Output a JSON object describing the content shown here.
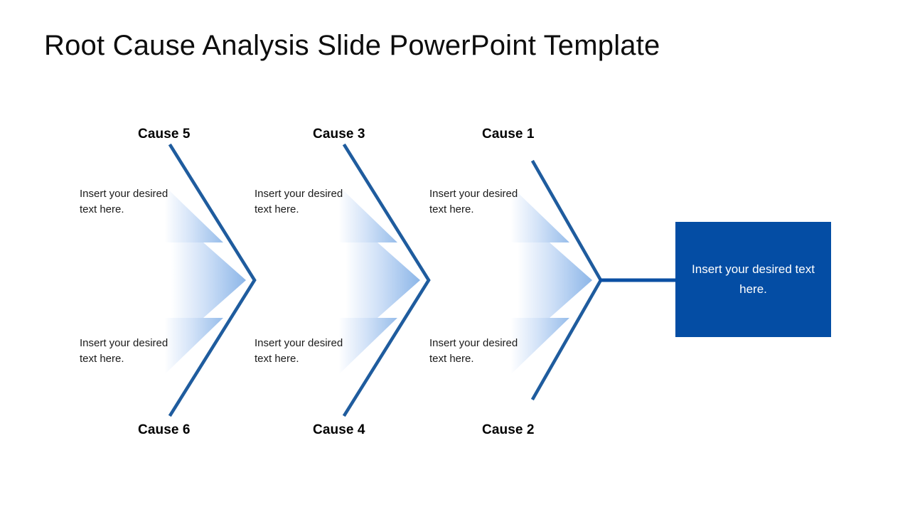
{
  "slide": {
    "title": "Root Cause Analysis Slide PowerPoint Template",
    "background_color": "#FFFFFF"
  },
  "theme": {
    "accent_blue": "#044DA4",
    "stroke_blue": "#1F5C9E",
    "gradient_start": "#FFFFFF",
    "gradient_end": "#8CB6E8",
    "hairline": "#6A7A8C",
    "title_color": "#0D0D0D",
    "body_color": "#1A1A1A",
    "effect_text_color": "#FFFFFF"
  },
  "diagram": {
    "type": "fishbone-root-cause-analysis",
    "spine_label": "main-spine",
    "groups": [
      {
        "id": "group-left",
        "top_label": "Cause 5",
        "bottom_label": "Cause 6",
        "top_text": "Insert your desired text here.",
        "bottom_text": "Insert your desired text here."
      },
      {
        "id": "group-middle",
        "top_label": "Cause 3",
        "bottom_label": "Cause 4",
        "top_text": "Insert your desired text here.",
        "bottom_text": "Insert your desired text here."
      },
      {
        "id": "group-right",
        "top_label": "Cause 1",
        "bottom_label": "Cause 2",
        "top_text": "Insert your desired text here.",
        "bottom_text": "Insert your desired text here."
      }
    ]
  },
  "effect": {
    "text": "Insert your desired text here."
  }
}
